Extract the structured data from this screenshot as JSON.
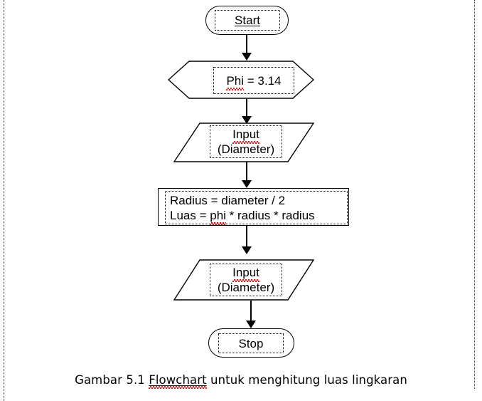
{
  "document": {
    "caption_prefix": "Gambar 5.1 ",
    "caption_keyword": "Flowchart",
    "caption_suffix": " untuk menghitung luas lingkaran",
    "colors": {
      "ink": "#000000",
      "spellcheck": "#e01b1b",
      "page_rule": "#333333",
      "background": "#ffffff"
    }
  },
  "flowchart": {
    "type": "flowchart",
    "title": "Flowchart untuk menghitung luas lingkaran",
    "nodes": [
      {
        "id": "start",
        "shape": "terminator",
        "text": "Start"
      },
      {
        "id": "init",
        "shape": "hexagon",
        "text_a": "Phi",
        "text_b": " = 3.14"
      },
      {
        "id": "input1",
        "shape": "parallelogram",
        "line1": "Input",
        "line2": "(Diameter)"
      },
      {
        "id": "process",
        "shape": "rectangle",
        "line1": "Radius = diameter / 2",
        "line2_a": "Luas = ",
        "line2_b": "phi",
        "line2_c": " * radius * radius"
      },
      {
        "id": "output",
        "shape": "parallelogram",
        "line1": "Input",
        "line2": "(Diameter)"
      },
      {
        "id": "stop",
        "shape": "terminator",
        "text": "Stop"
      }
    ],
    "edges": [
      {
        "from": "start",
        "to": "init"
      },
      {
        "from": "init",
        "to": "input1"
      },
      {
        "from": "input1",
        "to": "process"
      },
      {
        "from": "process",
        "to": "output"
      },
      {
        "from": "output",
        "to": "stop"
      }
    ]
  }
}
